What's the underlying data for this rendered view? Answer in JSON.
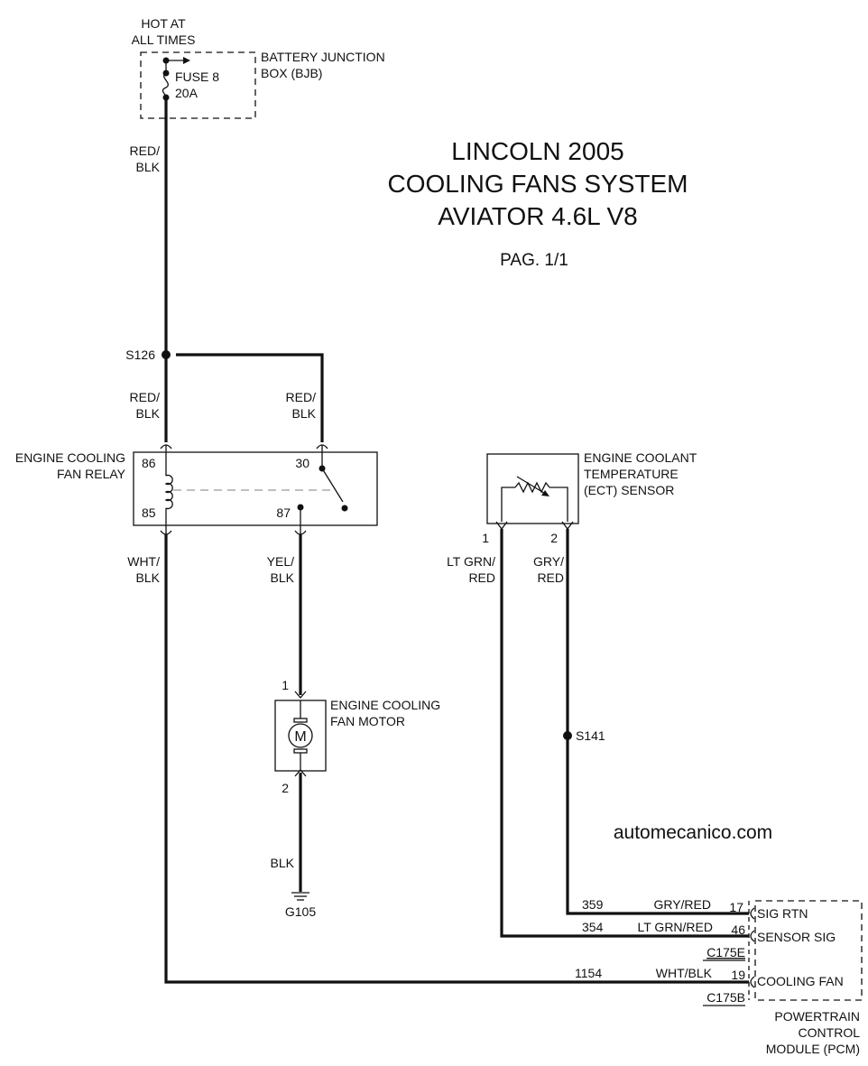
{
  "title": {
    "line1": "LINCOLN 2005",
    "line2": "COOLING FANS SYSTEM",
    "line3": "AVIATOR 4.6L V8",
    "page": "PAG. 1/1"
  },
  "watermark": "automecanico.com",
  "power": {
    "hot_line1": "HOT AT",
    "hot_line2": "ALL TIMES",
    "fuse_name": "FUSE 8",
    "fuse_rating": "20A",
    "bjb_line1": "BATTERY JUNCTION",
    "bjb_line2": "BOX (BJB)"
  },
  "wires": {
    "w1_l1": "RED/",
    "w1_l2": "BLK",
    "w2_l1": "RED/",
    "w2_l2": "BLK",
    "w3_l1": "RED/",
    "w3_l2": "BLK",
    "w4_l1": "WHT/",
    "w4_l2": "BLK",
    "w5_l1": "YEL/",
    "w5_l2": "BLK",
    "w6": "BLK",
    "w7_l1": "LT GRN/",
    "w7_l2": "RED",
    "w8_l1": "GRY/",
    "w8_l2": "RED"
  },
  "splices": {
    "s126": "S126",
    "s141": "S141"
  },
  "relay": {
    "name_l1": "ENGINE COOLING",
    "name_l2": "FAN RELAY",
    "pin86": "86",
    "pin85": "85",
    "pin30": "30",
    "pin87": "87"
  },
  "motor": {
    "name_l1": "ENGINE COOLING",
    "name_l2": "FAN MOTOR",
    "symbol": "M",
    "pin1": "1",
    "pin2": "2"
  },
  "ground": "G105",
  "ect": {
    "name_l1": "ENGINE COOLANT",
    "name_l2": "TEMPERATURE",
    "name_l3": "(ECT) SENSOR",
    "pin1": "1",
    "pin2": "2"
  },
  "pcm": {
    "rows": [
      {
        "circuit": "359",
        "color": "GRY/RED",
        "pin": "17",
        "signal": "SIG RTN"
      },
      {
        "circuit": "354",
        "color": "LT GRN/RED",
        "pin": "46",
        "signal": "SENSOR SIG"
      },
      {
        "circuit": "1154",
        "color": "WHT/BLK",
        "pin": "19",
        "signal": "COOLING FAN"
      }
    ],
    "conn_e": "C175E",
    "conn_b": "C175B",
    "name_l1": "POWERTRAIN",
    "name_l2": "CONTROL",
    "name_l3": "MODULE (PCM)"
  }
}
